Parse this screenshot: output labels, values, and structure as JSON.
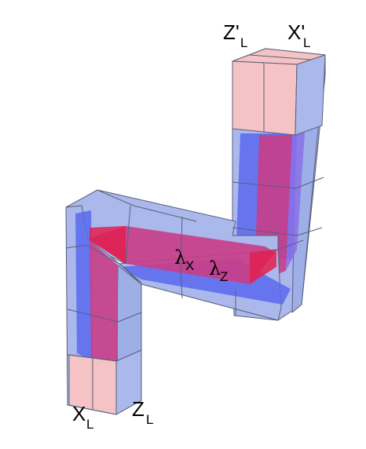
{
  "labels": {
    "x_left": {
      "main": "X",
      "sub": "L"
    },
    "z_left": {
      "main": "Z",
      "sub": "L"
    },
    "z_right": {
      "main": "Z'",
      "sub": "L"
    },
    "x_right": {
      "main": "X'",
      "sub": "L"
    },
    "lambda_x": {
      "symbol": "λ",
      "sub": "X"
    },
    "lambda_z": {
      "symbol": "λ",
      "sub": "Z"
    }
  },
  "colors": {
    "tube_outer": "#aab8ec",
    "tube_blue": "#5a68ee",
    "tube_red": "#c83e88",
    "end_pink": "#f5c3c5",
    "edge": "#5a5f78"
  }
}
